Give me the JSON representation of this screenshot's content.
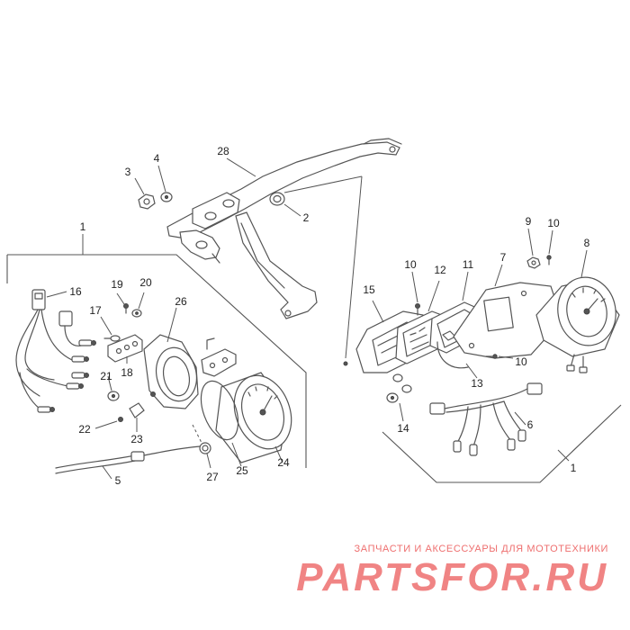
{
  "diagram": {
    "callouts": [
      "1",
      "1",
      "2",
      "3",
      "4",
      "5",
      "6",
      "7",
      "8",
      "9",
      "10",
      "10",
      "10",
      "11",
      "12",
      "13",
      "14",
      "15",
      "16",
      "17",
      "18",
      "19",
      "20",
      "21",
      "22",
      "23",
      "24",
      "25",
      "26",
      "27",
      "28"
    ]
  },
  "watermark": {
    "caption": "ЗАПЧАСТИ И АКСЕССУАРЫ ДЛЯ МОТОТЕХНИКИ",
    "logo": "PARTSFOR.RU"
  }
}
